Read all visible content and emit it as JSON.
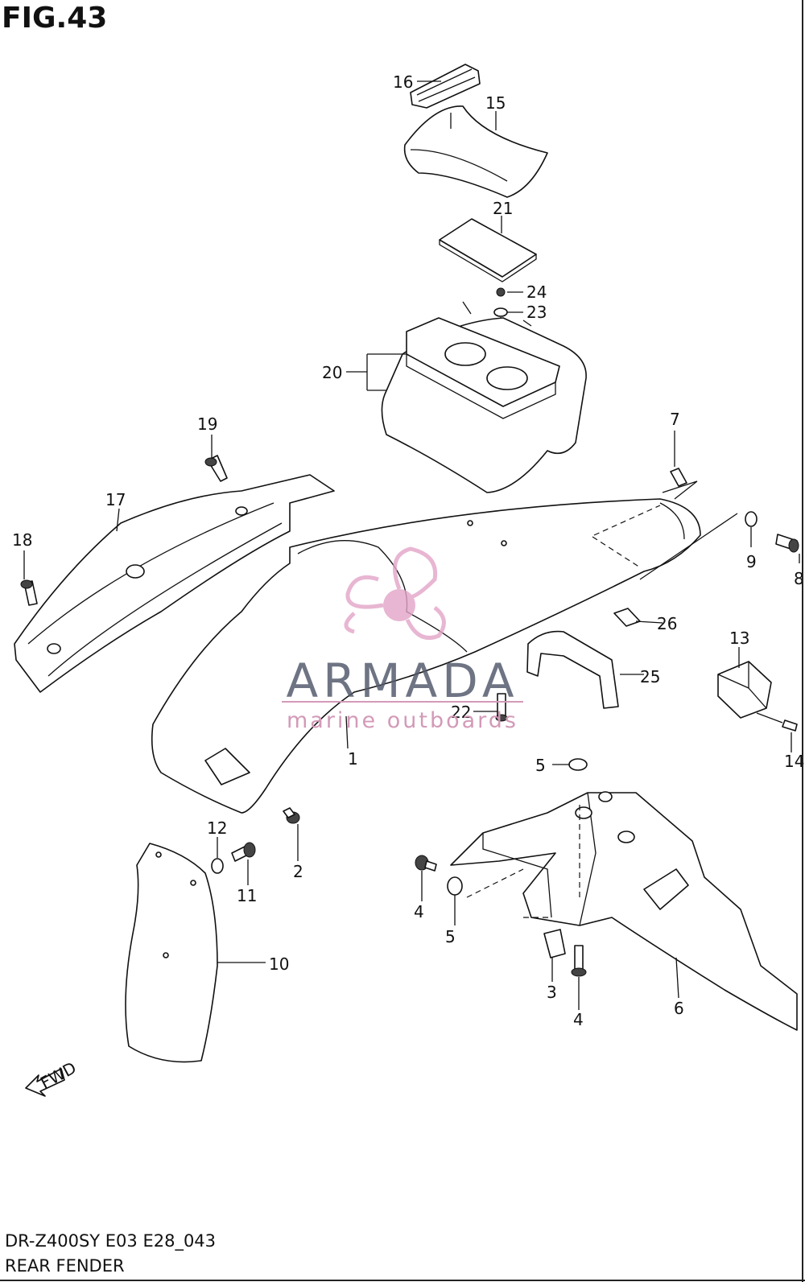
{
  "figure": {
    "title": "FIG.43",
    "model_code": "DR-Z400SY E03 E28_043",
    "section_name": "REAR FENDER"
  },
  "watermark": {
    "brand": "ARMADA",
    "tagline": "marine outboards",
    "color_brand": "#555c6e",
    "color_tagline": "#d39ab8",
    "logo": "propeller-icon"
  },
  "fwd_marker": {
    "label": "FWD"
  },
  "callouts": [
    {
      "label": "1"
    },
    {
      "label": "2"
    },
    {
      "label": "3"
    },
    {
      "label": "4"
    },
    {
      "label": "4"
    },
    {
      "label": "5"
    },
    {
      "label": "5"
    },
    {
      "label": "6"
    },
    {
      "label": "7"
    },
    {
      "label": "8"
    },
    {
      "label": "9"
    },
    {
      "label": "10"
    },
    {
      "label": "11"
    },
    {
      "label": "12"
    },
    {
      "label": "13"
    },
    {
      "label": "14"
    },
    {
      "label": "15"
    },
    {
      "label": "16"
    },
    {
      "label": "17"
    },
    {
      "label": "18"
    },
    {
      "label": "19"
    },
    {
      "label": "20"
    },
    {
      "label": "21"
    },
    {
      "label": "22"
    },
    {
      "label": "23"
    },
    {
      "label": "24"
    },
    {
      "label": "25"
    },
    {
      "label": "26"
    }
  ]
}
